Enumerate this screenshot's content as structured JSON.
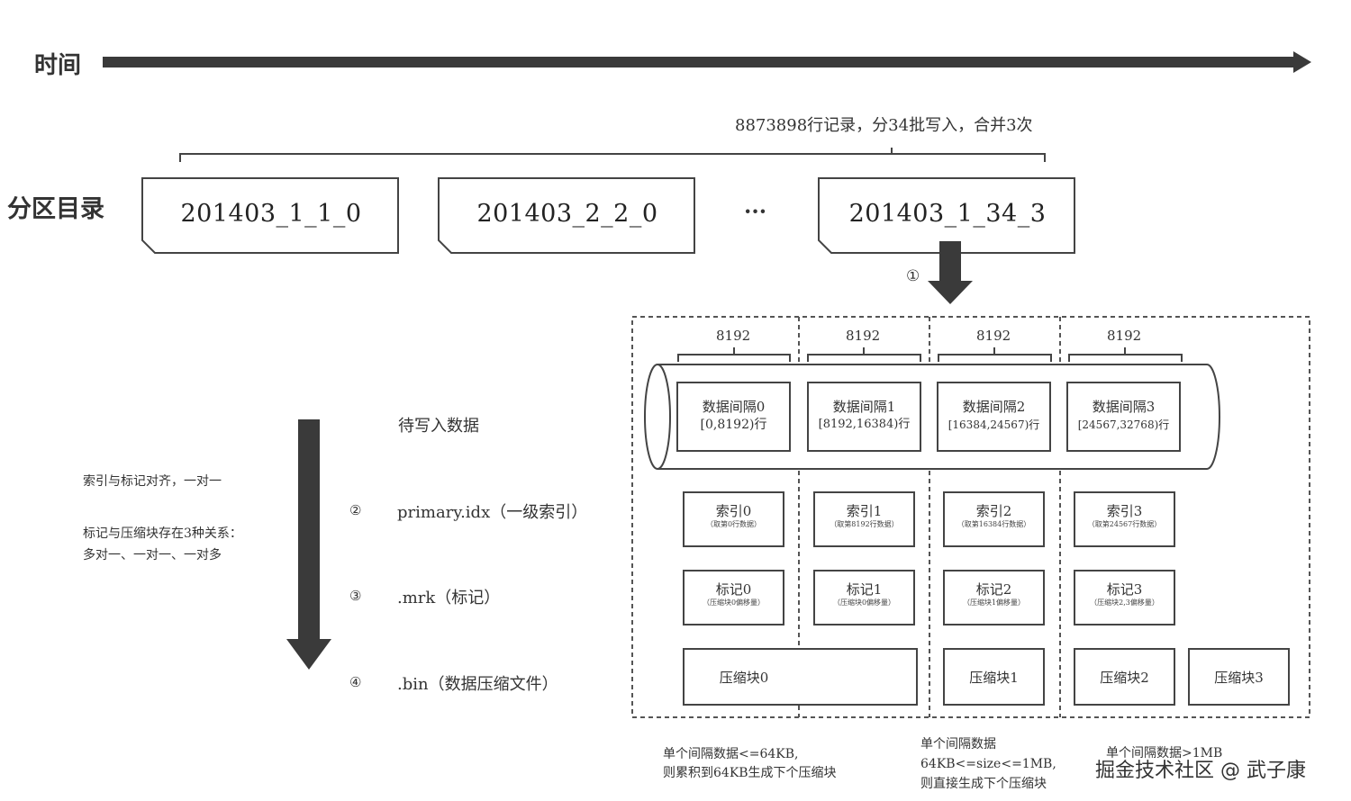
{
  "time_label": "时间",
  "partition_label": "分区目录",
  "summary": "8873898行记录，分34批写入，合并3次",
  "partitions": [
    "201403_1_1_0",
    "201403_2_2_0",
    "201403_1_34_3"
  ],
  "ellipsis": "···",
  "step1": "①",
  "granule_counts": [
    "8192",
    "8192",
    "8192",
    "8192"
  ],
  "granules": [
    {
      "name": "数据间隔0",
      "range": "[0,8192)行"
    },
    {
      "name": "数据间隔1",
      "range": "[8192,16384)行"
    },
    {
      "name": "数据间隔2",
      "range": "[16384,24567)行"
    },
    {
      "name": "数据间隔3",
      "range": "[24567,32768)行"
    }
  ],
  "indexes": [
    {
      "name": "索引0",
      "sub": "（取第0行数据）"
    },
    {
      "name": "索引1",
      "sub": "（取第8192行数据）"
    },
    {
      "name": "索引2",
      "sub": "（取第16384行数据）"
    },
    {
      "name": "索引3",
      "sub": "（取第24567行数据）"
    }
  ],
  "marks": [
    {
      "name": "标记0",
      "sub": "（压缩块0偏移量）"
    },
    {
      "name": "标记1",
      "sub": "（压缩块0偏移量）"
    },
    {
      "name": "标记2",
      "sub": "（压缩块1偏移量）"
    },
    {
      "name": "标记3",
      "sub": "（压缩块2,3偏移量）"
    }
  ],
  "blocks": [
    "压缩块0",
    "压缩块1",
    "压缩块2",
    "压缩块3"
  ],
  "legend": {
    "data_to_write": "待写入数据",
    "step2_num": "②",
    "step2": "primary.idx（一级索引）",
    "step3_num": "③",
    "step3": ".mrk（标记）",
    "step4_num": "④",
    "step4": ".bin（数据压缩文件）",
    "note1": "索引与标记对齐，一对一",
    "note2_line1": "标记与压缩块存在3种关系：",
    "note2_line2": "多对一、一对一、一对多"
  },
  "footnotes": {
    "a_line1": "单个间隔数据<=64KB,",
    "a_line2": "则累积到64KB生成下个压缩块",
    "b_line1": "单个间隔数据",
    "b_line2": "64KB<=size<=1MB,",
    "b_line3": "则直接生成下个压缩块",
    "c_line1": "单个间隔数据>1MB"
  },
  "watermark": "掘金技术社区 @ 武子康",
  "colors": {
    "arrow": "#3a3a3a",
    "line": "#444444",
    "text": "#333333"
  }
}
